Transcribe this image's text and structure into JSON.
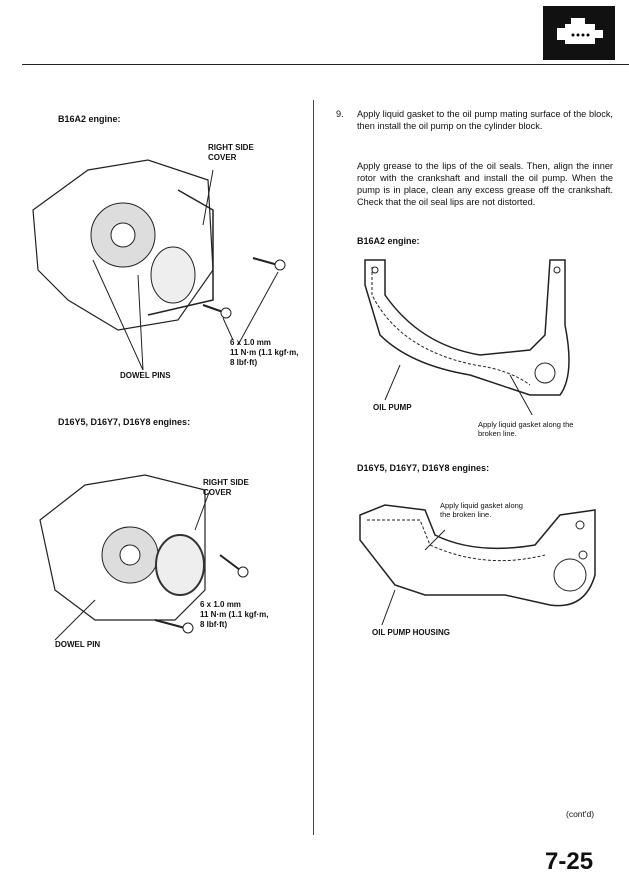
{
  "header": {
    "icon": "engine-icon"
  },
  "left": {
    "section1": {
      "heading": "B16A2 engine:",
      "cover_label": [
        "RIGHT SIDE",
        "COVER"
      ],
      "torque": [
        "6 x 1.0 mm",
        "11 N·m (1.1 kgf·m,",
        "8 lbf·ft)"
      ],
      "dowel_label": "DOWEL PINS"
    },
    "section2": {
      "heading": "D16Y5, D16Y7, D16Y8 engines:",
      "cover_label": [
        "RIGHT SIDE",
        "COVER"
      ],
      "torque": [
        "6 x 1.0 mm",
        "11 N·m (1.1 kgf·m,",
        "8 lbf·ft)"
      ],
      "dowel_label": "DOWEL PIN"
    }
  },
  "right": {
    "step_number": "9.",
    "step_text": "Apply liquid gasket to the oil pump mating surface of the block, then install the oil pump on the cylinder block.",
    "note_text": "Apply grease to the lips of the oil seals. Then, align the inner rotor with the crankshaft and install the oil pump. When the pump is in place, clean any excess grease off the crankshaft. Check that the oil seal lips are not distorted.",
    "section1": {
      "heading": "B16A2 engine:",
      "pump_label": "OIL PUMP",
      "gasket_note": "Apply liquid gasket along the broken line."
    },
    "section2": {
      "heading": "D16Y5, D16Y7, D16Y8 engines:",
      "gasket_note": "Apply liquid gasket along the broken line.",
      "housing_label": "OIL PUMP HOUSING"
    }
  },
  "footer": {
    "contd": "(cont'd)",
    "page_number": "7-25"
  }
}
